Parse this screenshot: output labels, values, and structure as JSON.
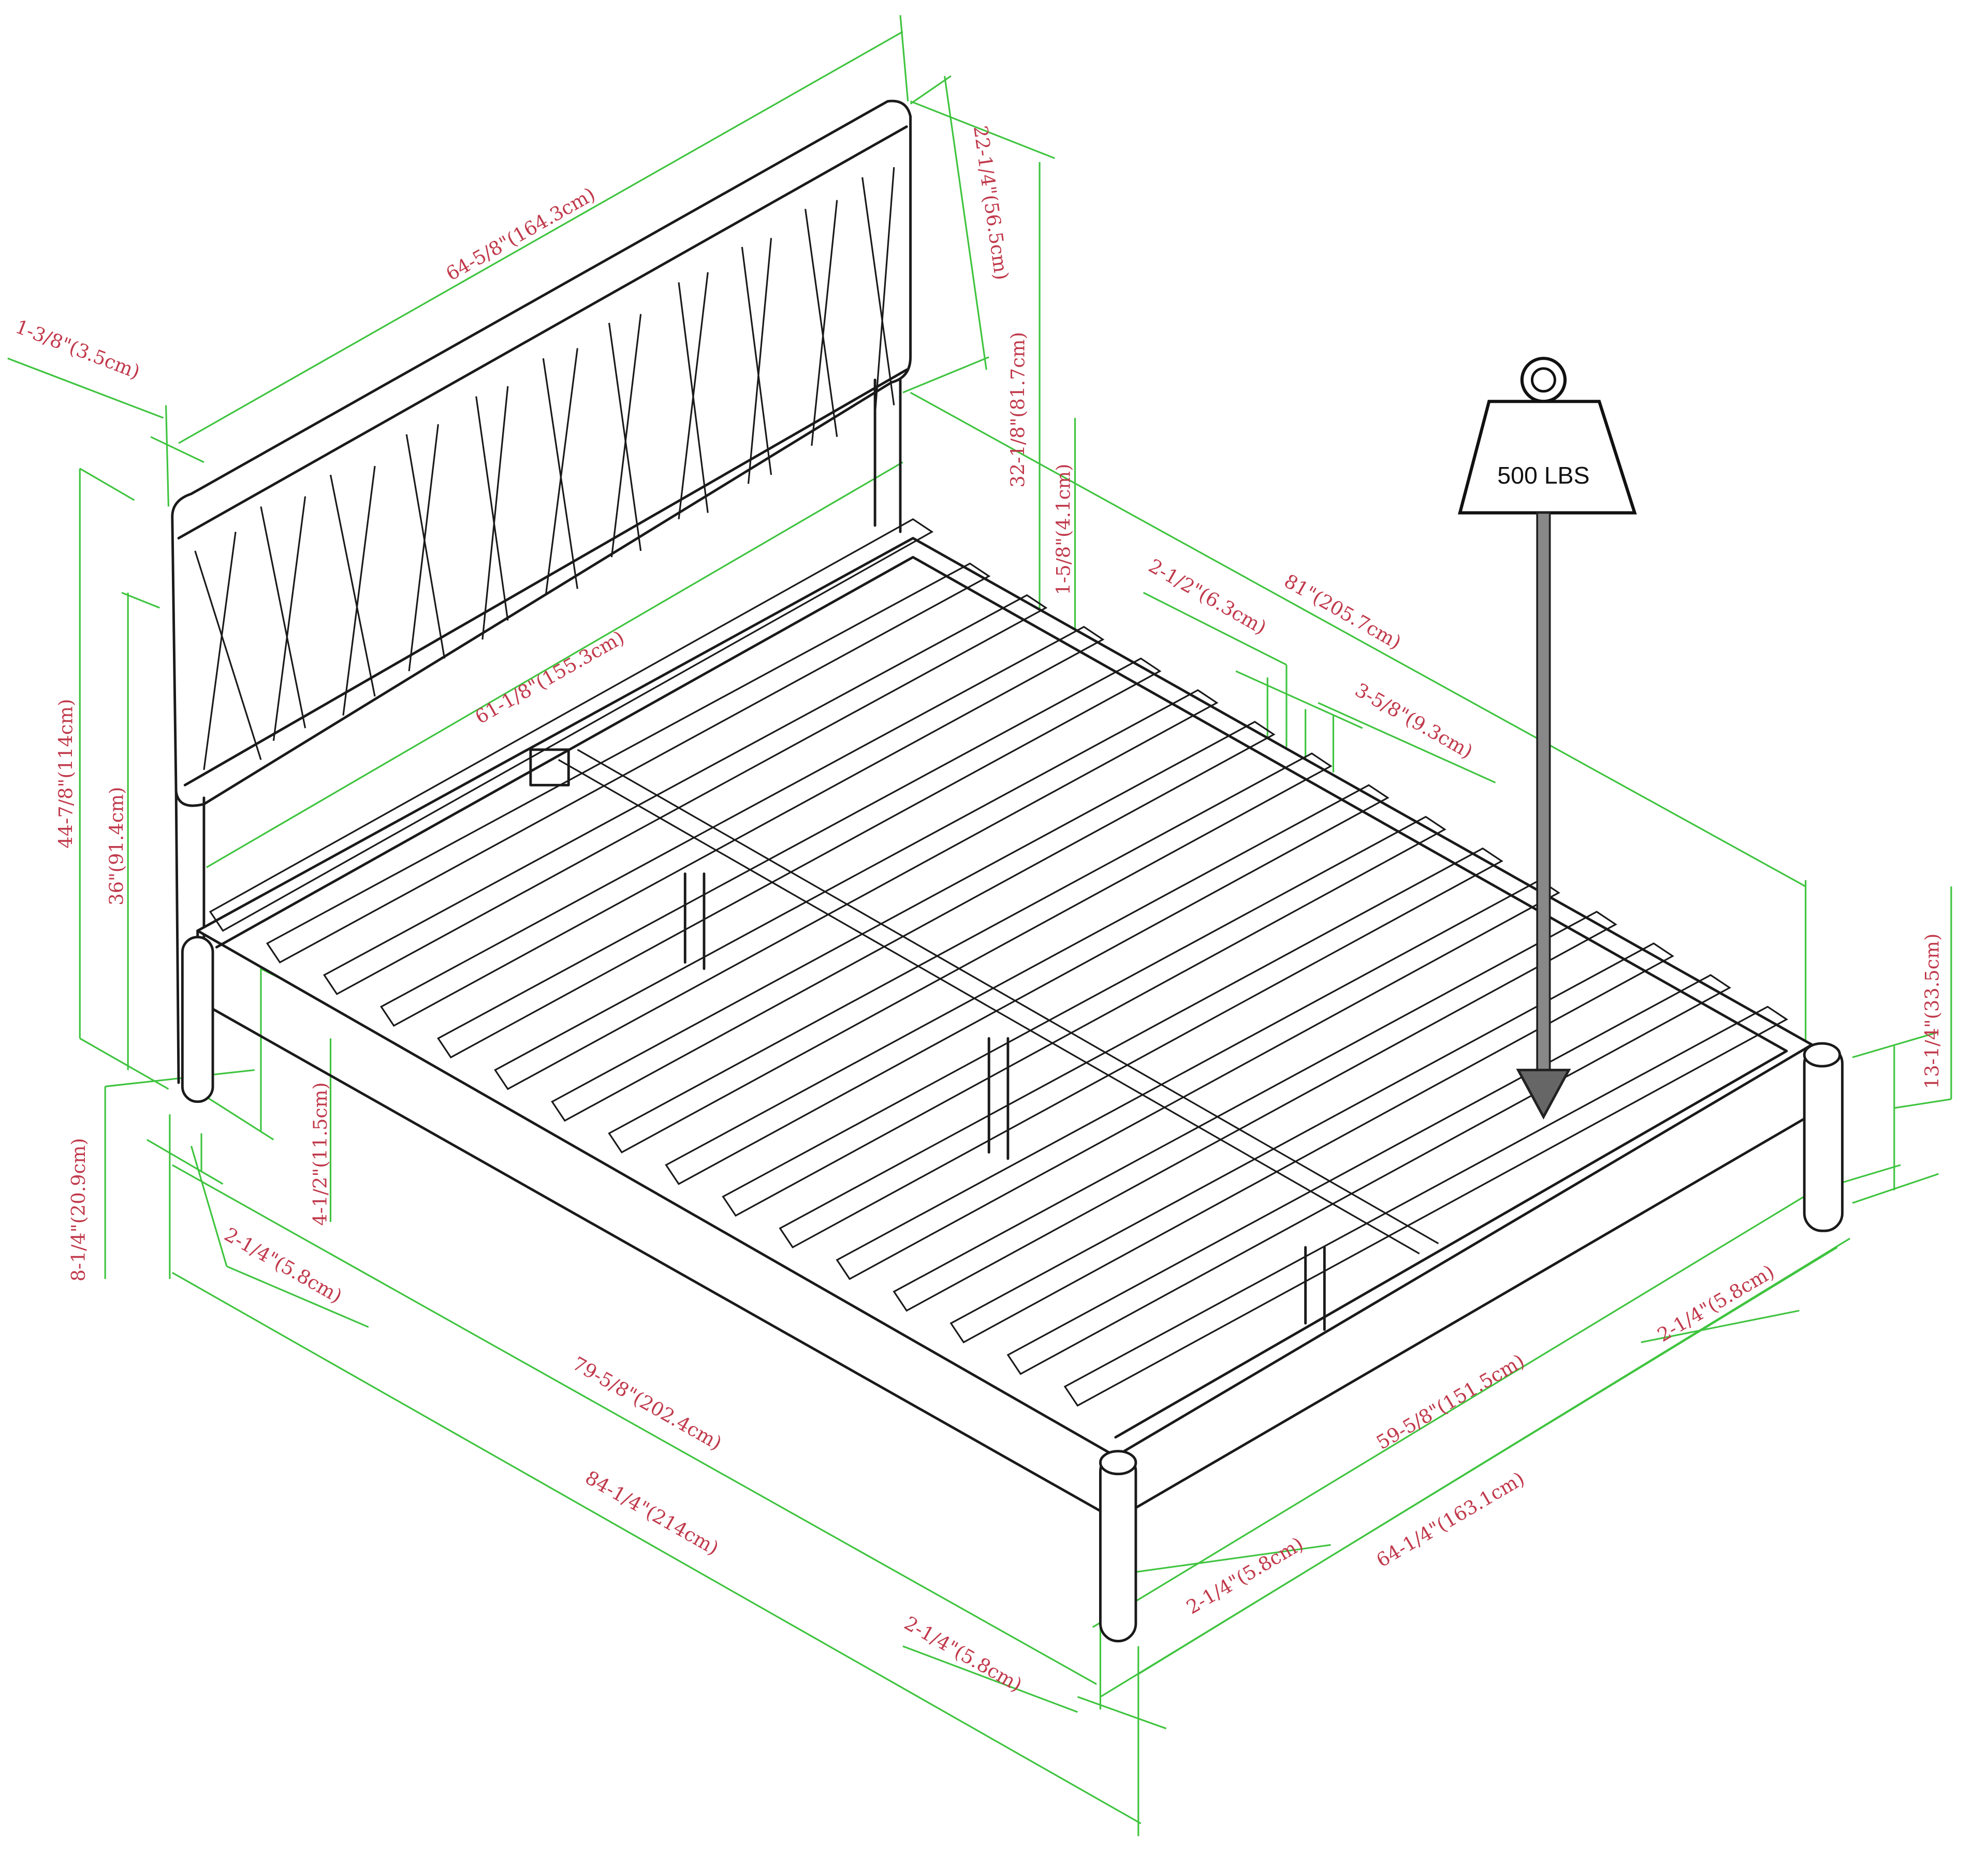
{
  "diagram": {
    "subject": "Platform bed frame with slatted base and X-pattern headboard",
    "colors": {
      "dimension_line": "#3fc43f",
      "dimension_text": "#c0394b",
      "drawing": "#1a1a1a",
      "background": "#ffffff"
    },
    "weight_icon": {
      "label": "500 LBS",
      "icon": "weight-icon"
    },
    "dimensions": {
      "headboard_width": "64-5/8\"(164.3cm)",
      "headboard_panel_height": "22-1/4\"(56.5cm)",
      "headboard_thickness": "1-3/8\"(3.5cm)",
      "headboard_top_from_rail": "32-1/8\"(81.7cm)",
      "rail_height": "1-5/8\"(4.1cm)",
      "inner_width": "61-1/8\"(155.3cm)",
      "overall_height": "44-7/8\"(114cm)",
      "headboard_post_height": "36\"(91.4cm)",
      "side_rail_length": "81\"(205.7cm)",
      "side_rail_offset": "2-1/2\"(6.3cm)",
      "slat_spacing": "3-5/8\"(9.3cm)",
      "leg_clearance": "4-1/2\"(11.5cm)",
      "leg_height_rear": "8-1/4\"(20.9cm)",
      "leg_diameter_rear_left": "2-1/4\"(5.8cm)",
      "inner_length": "79-5/8\"(202.4cm)",
      "overall_length": "84-1/4\"(214cm)",
      "leg_diameter_front_left": "2-1/4\"(5.8cm)",
      "inner_width_foot": "59-5/8\"(151.5cm)",
      "overall_width": "64-1/4\"(163.1cm)",
      "leg_diameter_front_right": "2-1/4\"(5.8cm)",
      "leg_diameter_right": "2-1/4\"(5.8cm)",
      "floor_to_rail_top": "13-1/4\"(33.5cm)"
    }
  }
}
